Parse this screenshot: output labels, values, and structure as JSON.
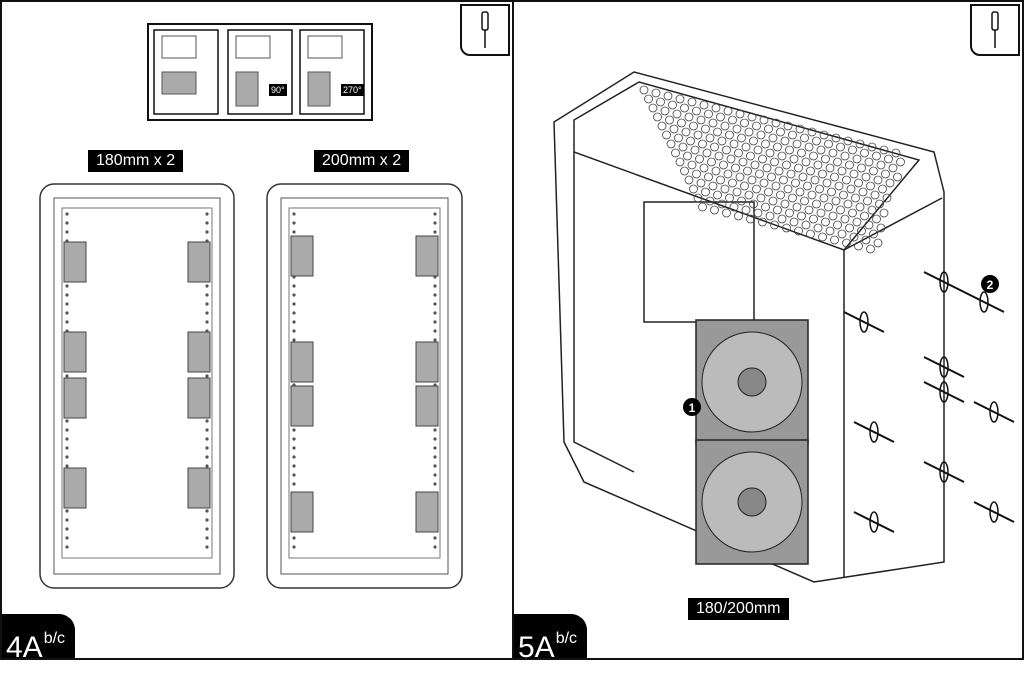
{
  "panels": [
    {
      "step": "4A",
      "step_sup": "b/c",
      "labels": [
        "180mm x 2",
        "200mm x 2"
      ],
      "rotation_badges": [
        "90°",
        "270°"
      ],
      "tool_icon": "screwdriver-icon"
    },
    {
      "step": "5A",
      "step_sup": "b/c",
      "label": "180/200mm",
      "callouts": [
        "1",
        "2"
      ],
      "tool_icon": "screwdriver-icon"
    }
  ]
}
